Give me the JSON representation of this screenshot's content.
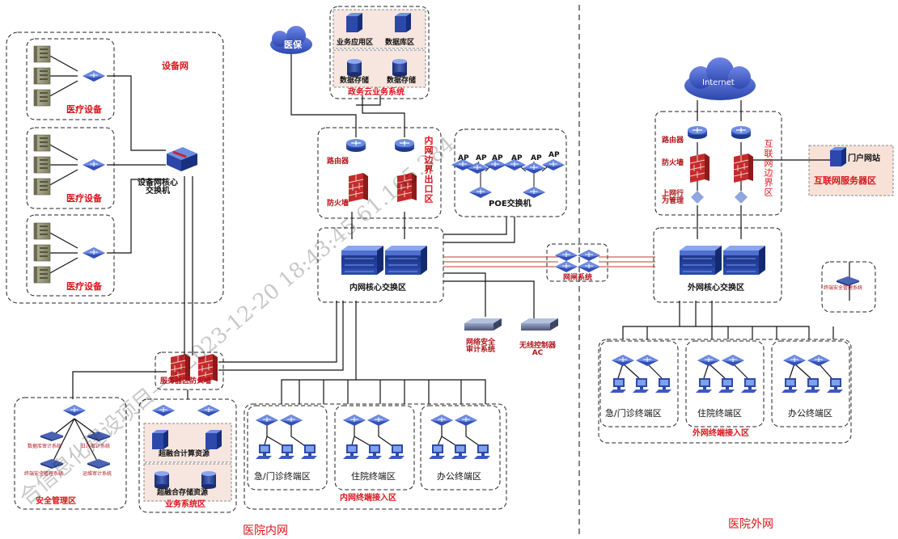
{
  "labels": {
    "equip_net": "设备网",
    "med1": "医疗设备",
    "med2": "医疗设备",
    "med3": "医疗设备",
    "equip_core": "设备网核心\n交换机",
    "yibao": "医保",
    "biz_app": "业务应用区",
    "db_zone": "数据库区",
    "data_store1": "数据存储",
    "data_store2": "数据存储",
    "gov_cloud": "政务云业务系统",
    "router_in": "路由器",
    "fw_in": "防火墙",
    "in_boundary": "内网边界出口区",
    "ap1": "AP",
    "ap2": "AP",
    "ap3": "AP",
    "ap4": "AP",
    "ap5": "AP",
    "ap6": "AP",
    "poe": "POE交换机",
    "in_core": "内网核心交换区",
    "gap": "网闸系统",
    "netsec_audit": "网络安全\n审计系统",
    "wlc": "无线控制器\nAC",
    "srv_fw": "服务器区防火墙",
    "db_audit": "数据库审计系统",
    "log_audit": "日志审计系统",
    "term_sec_mgr": "终端安全管理系统",
    "ops_audit": "运维审计系统",
    "sec_mgr_zone": "安全管理区",
    "hci_compute": "超融合计算资源",
    "hci_storage": "超融合存储资源",
    "biz_sys_zone": "业务系统区",
    "in_emg": "急/门诊终端区",
    "in_inpat": "住院终端区",
    "in_office": "办公终端区",
    "in_access": "内网终端接入区",
    "hospital_in": "医院内网",
    "internet": "Internet",
    "router_out": "路由器",
    "fw_out": "防火墙",
    "behavior": "上网行\n为管理",
    "out_boundary": "互联网边界区",
    "portal": "门户网站",
    "inet_server": "互联网服务器区",
    "out_core": "外网核心交换区",
    "term_sec_mgr_out": "终端安全管理系统",
    "out_emg": "急/门诊终端区",
    "out_inpat": "住院终端区",
    "out_office": "办公终端区",
    "out_access": "外网终端接入区",
    "hospital_out": "医院外网",
    "watermark": "合信息化建设项目——2023-12-20 18:43:45  61.165.284"
  }
}
